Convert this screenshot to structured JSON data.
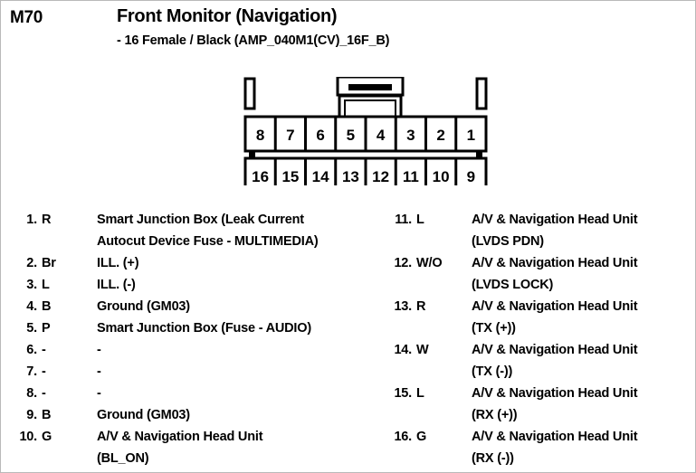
{
  "header": {
    "connector_code": "M70",
    "title": "Front Monitor (Navigation)",
    "subtitle": "- 16 Female / Black (AMP_040M1(CV)_16F_B)"
  },
  "connector": {
    "top_row": [
      "8",
      "7",
      "6",
      "5",
      "4",
      "3",
      "2",
      "1"
    ],
    "bottom_row": [
      "16",
      "15",
      "14",
      "13",
      "12",
      "11",
      "10",
      "9"
    ],
    "line_color": "#000000",
    "fill_color": "#ffffff"
  },
  "pins": {
    "left": [
      {
        "num": "1.",
        "color": "R",
        "desc": [
          "Smart Junction Box (Leak Current",
          "Autocut Device Fuse - MULTIMEDIA)"
        ]
      },
      {
        "num": "2.",
        "color": "Br",
        "desc": [
          "ILL. (+)"
        ]
      },
      {
        "num": "3.",
        "color": "L",
        "desc": [
          "ILL. (-)"
        ]
      },
      {
        "num": "4.",
        "color": "B",
        "desc": [
          "Ground (GM03)"
        ]
      },
      {
        "num": "5.",
        "color": "P",
        "desc": [
          "Smart Junction Box (Fuse - AUDIO)"
        ]
      },
      {
        "num": "6.",
        "color": "-",
        "desc": [
          "-"
        ]
      },
      {
        "num": "7.",
        "color": "-",
        "desc": [
          "-"
        ]
      },
      {
        "num": "8.",
        "color": "-",
        "desc": [
          "-"
        ]
      },
      {
        "num": "9.",
        "color": "B",
        "desc": [
          "Ground (GM03)"
        ]
      },
      {
        "num": "10.",
        "color": "G",
        "desc": [
          "A/V & Navigation Head Unit",
          "(BL_ON)"
        ]
      }
    ],
    "right": [
      {
        "num": "11.",
        "color": "L",
        "desc": [
          "A/V & Navigation Head Unit",
          "(LVDS PDN)"
        ]
      },
      {
        "num": "12.",
        "color": "W/O",
        "desc": [
          "A/V & Navigation Head Unit",
          "(LVDS LOCK)"
        ]
      },
      {
        "num": "13.",
        "color": "R",
        "desc": [
          "A/V & Navigation Head Unit",
          "(TX (+))"
        ]
      },
      {
        "num": "14.",
        "color": "W",
        "desc": [
          "A/V & Navigation Head Unit",
          "(TX (-))"
        ]
      },
      {
        "num": "15.",
        "color": "L",
        "desc": [
          "A/V & Navigation Head Unit",
          "(RX (+))"
        ]
      },
      {
        "num": "16.",
        "color": "G",
        "desc": [
          "A/V & Navigation Head Unit",
          "(RX (-))"
        ]
      }
    ]
  }
}
